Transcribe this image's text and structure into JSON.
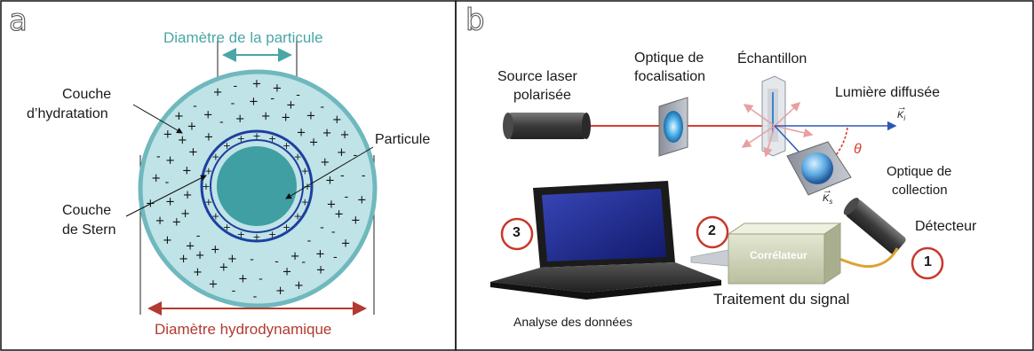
{
  "panel_a": {
    "letter": "a",
    "diameter_particle": "Diamètre de la particule",
    "hydration_layer_line1": "Couche",
    "hydration_layer_line2": "d’hydratation",
    "particle": "Particule",
    "stern_layer_line1": "Couche",
    "stern_layer_line2": "de Stern",
    "hydrodynamic_diameter": "Diamètre hydrodynamique",
    "colors": {
      "outer": "#bfe3e6",
      "core": "#3f9fa3",
      "ring": "#1d3fa0",
      "accent_red": "#b23a30",
      "accent_teal": "#4aa6a6"
    }
  },
  "panel_b": {
    "letter": "b",
    "source_line1": "Source laser",
    "source_line2": "polarisée",
    "focus_line1": "Optique de",
    "focus_line2": "focalisation",
    "sample": "Échantillon",
    "scattered": "Lumière diffusée",
    "ki": "K",
    "ki_sub": "i",
    "theta": "θ",
    "collection_line1": "Optique de",
    "collection_line2": "collection",
    "ks": "K",
    "ks_sub": "s",
    "detector": "Détecteur",
    "correlator": "Corrélateur",
    "signal": "Traitement du signal",
    "analysis": "Analyse des données",
    "step1": "1",
    "step2": "2",
    "step3": "3"
  }
}
